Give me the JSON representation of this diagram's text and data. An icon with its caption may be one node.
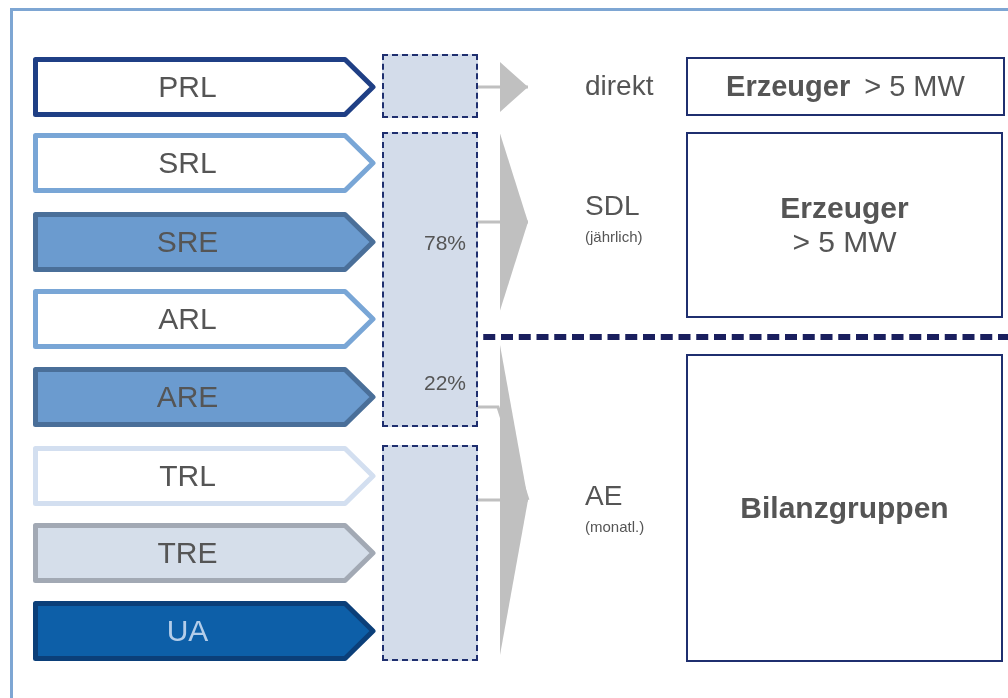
{
  "diagram": {
    "nodes": [
      {
        "text": [
          "PRL"
        ]
      },
      {
        "text": [
          "SRL"
        ]
      },
      {
        "text": [
          "SRE"
        ]
      },
      {
        "text": [
          "ARL"
        ]
      },
      {
        "text": [
          "ARE"
        ]
      },
      {
        "text": [
          "TRL"
        ]
      },
      {
        "text": [
          "TRE"
        ]
      },
      {
        "text": [
          "UA"
        ]
      },
      {
        "text": [],
        "shape": "box"
      },
      {
        "text": [
          "78%",
          "22%"
        ]
      },
      {
        "text": [],
        "shape": "box"
      },
      {
        "text": [
          "direkt"
        ]
      },
      {
        "text": [
          "Erzeuger",
          "> 5 MW"
        ]
      },
      {
        "text": [
          "SDL",
          "(jährlich)"
        ]
      },
      {
        "text": [
          "Erzeuger",
          "> 5 MW"
        ]
      },
      {
        "text": [
          "AE",
          "(monatl.)"
        ]
      },
      {
        "text": [
          "Bilanzgruppen"
        ]
      }
    ],
    "edges": [
      {
        "from": 8,
        "to": 11,
        "arrow": "to"
      },
      {
        "from": 9,
        "to": 13,
        "arrow": "to"
      },
      {
        "from": 9,
        "to": 15,
        "arrow": "to"
      },
      {
        "from": 10,
        "to": 15,
        "arrow": "to"
      }
    ]
  }
}
